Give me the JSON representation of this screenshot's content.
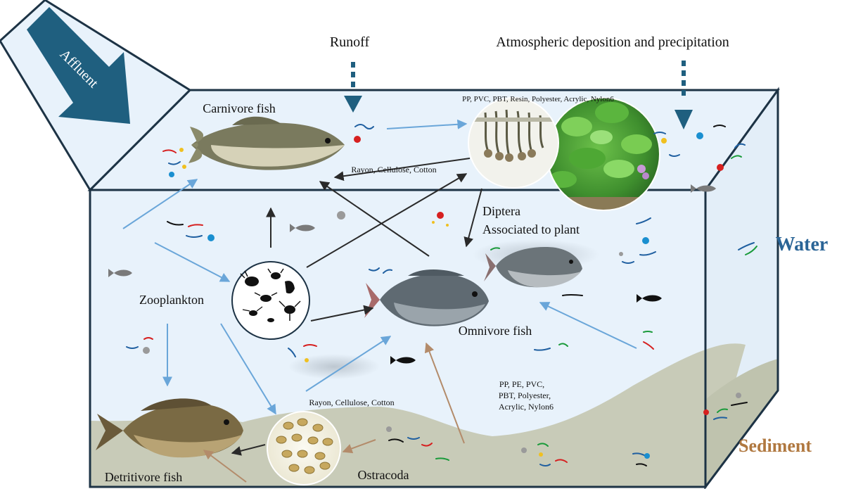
{
  "labels": {
    "affluent": "Affluent",
    "runoff": "Runoff",
    "atmospheric": "Atmospheric deposition and precipitation",
    "polymers_top": "PP, PVC, PBT, Resin, Polyester, Acrylic, Nylon6",
    "fibers_top": "Rayon, Cellulose, Cotton",
    "carnivore": "Carnivore fish",
    "diptera_line1": "Diptera",
    "diptera_line2": "Associated to plant",
    "water": "Water",
    "zooplankton": "Zooplankton",
    "omnivore": "Omnivore fish",
    "polymers_bottom_1": "PP, PE, PVC,",
    "polymers_bottom_2": "PBT, Polyester,",
    "polymers_bottom_3": "Acrylic, Nylon6",
    "fibers_bottom": "Rayon, Cellulose, Cotton",
    "sediment": "Sediment",
    "detritivore": "Detritivore fish",
    "ostracoda": "Ostracoda"
  },
  "colors": {
    "water_fill": "#e8f2fb",
    "sediment_fill": "#c8cbb8",
    "tank_edge": "#1d3345",
    "affluent_arrow": "#1f5f7f",
    "flow_arrow_blue": "#6aa6d9",
    "flow_arrow_dark": "#2a2a2a",
    "flow_arrow_brown": "#b38b6a",
    "water_label": "#2a6496",
    "sediment_label": "#b07840",
    "runoff_marker": "#1f5f7f"
  },
  "icons": {
    "carnivore": "largemouth-bass-illustration",
    "omnivore": "tilapia-illustration",
    "detritivore": "carp-illustration",
    "zooplankton": "zooplankton-silhouettes",
    "ostracoda": "ostracoda-micrograph",
    "diptera": "diptera-larvae-micrograph",
    "plant": "water-hyacinth-photo"
  }
}
